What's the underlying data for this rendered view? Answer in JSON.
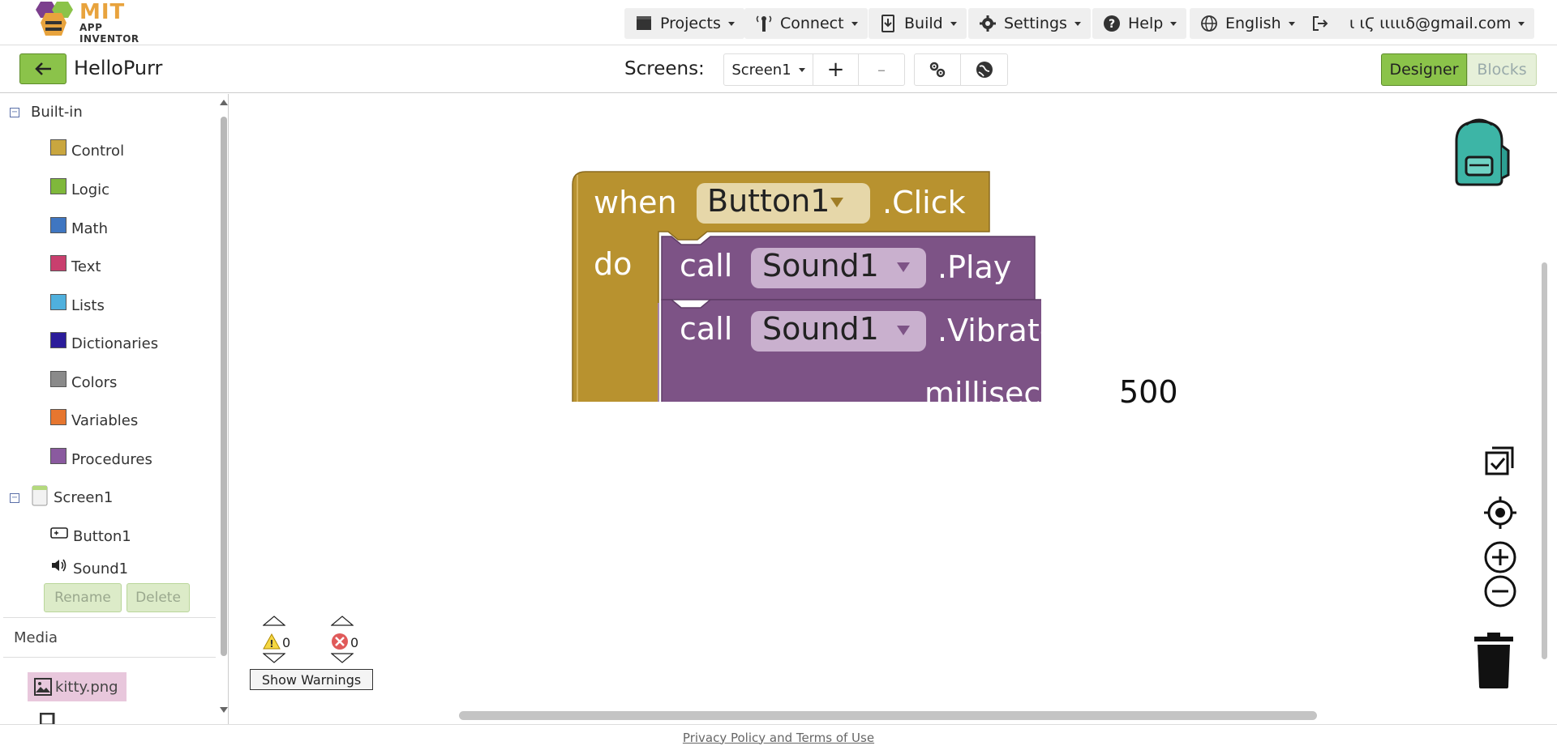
{
  "app": {
    "logo_mit": "MIT",
    "logo_sub": "APP INVENTOR"
  },
  "nav": {
    "projects": "Projects",
    "connect": "Connect",
    "build": "Build",
    "settings": "Settings",
    "help": "Help",
    "language": "English",
    "account_email": "ι ιϚ ιιιιιδ@gmail.com"
  },
  "project": {
    "name": "HelloPurr",
    "screens_label": "Screens:",
    "screen_select": "Screen1",
    "add_screen": "+",
    "remove_screen": "–",
    "designer_label": "Designer",
    "blocks_label": "Blocks"
  },
  "tree": {
    "builtin_label": "Built-in",
    "builtins": [
      {
        "label": "Control",
        "color": "#c9a63f"
      },
      {
        "label": "Logic",
        "color": "#7fb83b"
      },
      {
        "label": "Math",
        "color": "#3f76c1"
      },
      {
        "label": "Text",
        "color": "#c93f6e"
      },
      {
        "label": "Lists",
        "color": "#4fb0dd"
      },
      {
        "label": "Dictionaries",
        "color": "#2b1c9a"
      },
      {
        "label": "Colors",
        "color": "#8a8a8a"
      },
      {
        "label": "Variables",
        "color": "#e6762f"
      },
      {
        "label": "Procedures",
        "color": "#8a5a9f"
      }
    ],
    "screen_label": "Screen1",
    "components": [
      "Button1",
      "Sound1"
    ],
    "rename": "Rename",
    "delete": "Delete"
  },
  "media": {
    "heading": "Media",
    "items": [
      "kitty.png"
    ]
  },
  "blocks": {
    "event_when": "when",
    "event_component": "Button1",
    "event_name": ".Click",
    "event_do": "do",
    "call1_keyword": "call",
    "call1_component": "Sound1",
    "call1_method": ".Play",
    "call2_keyword": "call",
    "call2_component": "Sound1",
    "call2_method": ".Vibrate",
    "call2_param": "millisecs",
    "number_value": "500",
    "colors": {
      "event": "#b8922f",
      "component_call": "#7d5386",
      "math": "#3f72b9"
    }
  },
  "warnings": {
    "warning_count": "0",
    "error_count": "0",
    "toggle_label": "Show Warnings"
  },
  "footer": {
    "link": "Privacy Policy and Terms of Use"
  }
}
